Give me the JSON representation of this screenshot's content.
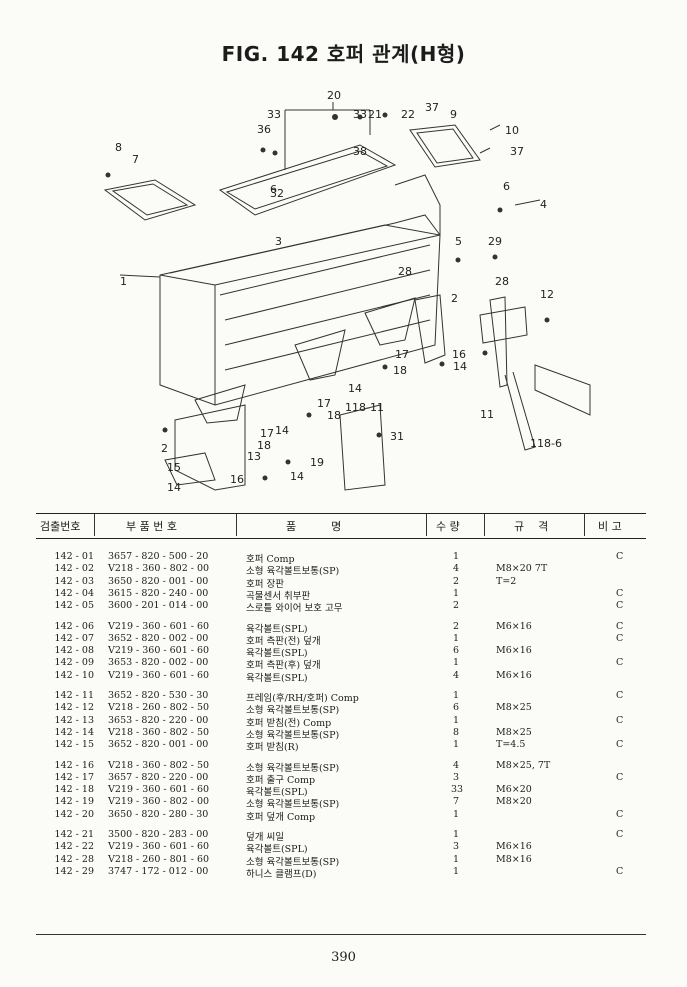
{
  "title": "FIG. 142 호퍼 관계(H형)",
  "diagram_labels": {
    "l1": "1",
    "l2": "2",
    "l3": "3",
    "l4": "4",
    "l5": "5",
    "l6": "6",
    "l6b": "6",
    "l7": "7",
    "l8": "8",
    "l9": "9",
    "l10": "10",
    "l11": "11",
    "l12": "12",
    "l13": "13",
    "l14": "14",
    "l14b": "14",
    "l14c": "14",
    "l14d": "14",
    "l14e": "14",
    "l15": "15",
    "l16": "16",
    "l16b": "16",
    "l17": "17",
    "l17b": "17",
    "l17c": "17",
    "l18": "18",
    "l18b": "18",
    "l18c": "18",
    "l19": "19",
    "l20": "20",
    "l21": "21",
    "l22": "22",
    "l28": "28",
    "l28b": "28",
    "l29": "29",
    "l31": "31",
    "l32": "32",
    "l33": "33",
    "l33b": "33",
    "l36": "36",
    "l37": "37",
    "l37b": "37",
    "l38": "38",
    "l118_11": "118-11",
    "l118_6": "118-6"
  },
  "table": {
    "headers": [
      "검출번호",
      "부 품 번 호",
      "품          명",
      "수 량",
      "규    격",
      "비 고"
    ],
    "rows": [
      {
        "no": "142 - 01",
        "part": "3657 - 820 - 500 - 20",
        "name": "호퍼 Comp",
        "qty": "1",
        "spec": "",
        "remark": "C"
      },
      {
        "no": "142 - 02",
        "part": "V218 - 360 - 802 - 00",
        "name": "소형 육각볼트보통(SP)",
        "qty": "4",
        "spec": "M8×20 7T",
        "remark": ""
      },
      {
        "no": "142 - 03",
        "part": "3650 - 820 - 001 - 00",
        "name": "호퍼 장판",
        "qty": "2",
        "spec": "T=2",
        "remark": ""
      },
      {
        "no": "142 - 04",
        "part": "3615 - 820 - 240 - 00",
        "name": "곡물센서 취부판",
        "qty": "1",
        "spec": "",
        "remark": "C"
      },
      {
        "no": "142 - 05",
        "part": "3600 - 201 - 014 - 00",
        "name": "스로틀 와이어 보호 고무",
        "qty": "2",
        "spec": "",
        "remark": "C"
      },
      {
        "no": "142 - 06",
        "part": "V219 - 360 - 601 - 60",
        "name": "육각볼트(SPL)",
        "qty": "2",
        "spec": "M6×16",
        "remark": "C"
      },
      {
        "no": "142 - 07",
        "part": "3652 - 820 - 002 - 00",
        "name": "호퍼 측판(전) 덮개",
        "qty": "1",
        "spec": "",
        "remark": "C"
      },
      {
        "no": "142 - 08",
        "part": "V219 - 360 - 601 - 60",
        "name": "육각볼트(SPL)",
        "qty": "6",
        "spec": "M6×16",
        "remark": ""
      },
      {
        "no": "142 - 09",
        "part": "3653 - 820 - 002 - 00",
        "name": "호퍼 측판(후) 덮개",
        "qty": "1",
        "spec": "",
        "remark": "C"
      },
      {
        "no": "142 - 10",
        "part": "V219 - 360 - 601 - 60",
        "name": "육각볼트(SPL)",
        "qty": "4",
        "spec": "M6×16",
        "remark": ""
      },
      {
        "no": "142 - 11",
        "part": "3652 - 820 - 530 - 30",
        "name": "프레임(후/RH/호퍼) Comp",
        "qty": "1",
        "spec": "",
        "remark": "C"
      },
      {
        "no": "142 - 12",
        "part": "V218 - 260 - 802 - 50",
        "name": "소형 육각볼트보통(SP)",
        "qty": "6",
        "spec": "M8×25",
        "remark": ""
      },
      {
        "no": "142 - 13",
        "part": "3653 - 820 - 220 - 00",
        "name": "호퍼 받침(전) Comp",
        "qty": "1",
        "spec": "",
        "remark": "C"
      },
      {
        "no": "142 - 14",
        "part": "V218 - 360 - 802 - 50",
        "name": "소형 육각볼트보통(SP)",
        "qty": "8",
        "spec": "M8×25",
        "remark": ""
      },
      {
        "no": "142 - 15",
        "part": "3652 - 820 - 001 - 00",
        "name": "호퍼 받침(R)",
        "qty": "1",
        "spec": "T=4.5",
        "remark": "C"
      },
      {
        "no": "142 - 16",
        "part": "V218 - 360 - 802 - 50",
        "name": "소형 육각볼트보통(SP)",
        "qty": "4",
        "spec": "M8×25, 7T",
        "remark": ""
      },
      {
        "no": "142 - 17",
        "part": "3657 - 820 - 220 - 00",
        "name": "호퍼 출구 Comp",
        "qty": "3",
        "spec": "",
        "remark": "C"
      },
      {
        "no": "142 - 18",
        "part": "V219 - 360 - 601 - 60",
        "name": "육각볼트(SPL)",
        "qty": "33",
        "spec": "M6×20",
        "remark": ""
      },
      {
        "no": "142 - 19",
        "part": "V219 - 360 - 802 - 00",
        "name": "소형 육각볼트보통(SP)",
        "qty": "7",
        "spec": "M8×20",
        "remark": ""
      },
      {
        "no": "142 - 20",
        "part": "3650 - 820 - 280 - 30",
        "name": "호퍼 덮개 Comp",
        "qty": "1",
        "spec": "",
        "remark": "C"
      },
      {
        "no": "142 - 21",
        "part": "3500 - 820 - 283 - 00",
        "name": "덮개 씨일",
        "qty": "1",
        "spec": "",
        "remark": "C"
      },
      {
        "no": "142 - 22",
        "part": "V219 - 360 - 601 - 60",
        "name": "육각볼트(SPL)",
        "qty": "3",
        "spec": "M6×16",
        "remark": ""
      },
      {
        "no": "142 - 28",
        "part": "V218 - 260 - 801 - 60",
        "name": "소형 육각볼트보통(SP)",
        "qty": "1",
        "spec": "M8×16",
        "remark": ""
      },
      {
        "no": "142 - 29",
        "part": "3747 - 172 - 012 - 00",
        "name": "하니스 클램프(D)",
        "qty": "1",
        "spec": "",
        "remark": "C"
      }
    ]
  },
  "page_number": "390"
}
